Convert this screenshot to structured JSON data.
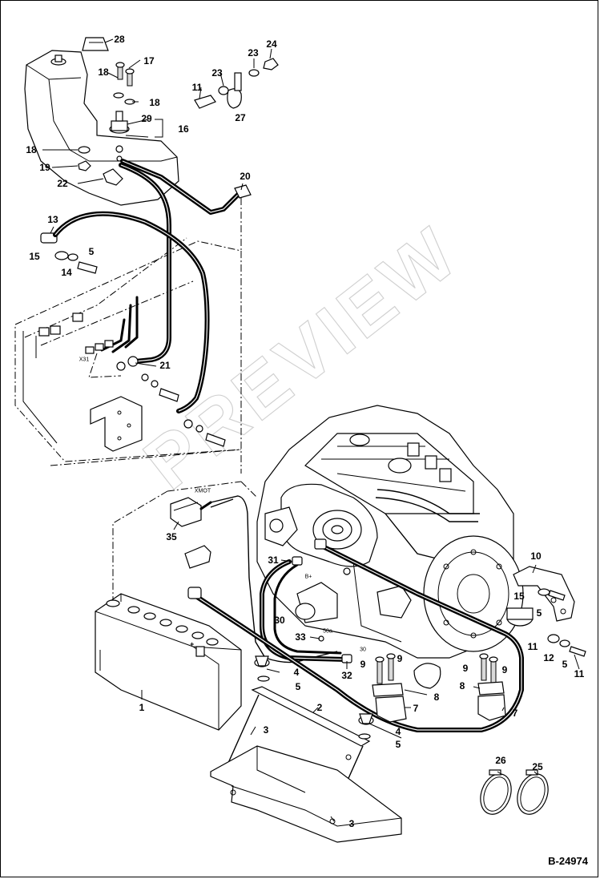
{
  "figure": {
    "drawing_number": "B-24974",
    "part_labels": [
      "28",
      "17",
      "18",
      "18",
      "23",
      "24",
      "23",
      "11",
      "27",
      "29",
      "16",
      "18",
      "19",
      "22",
      "20",
      "13",
      "15",
      "5",
      "14",
      "21",
      "10",
      "35",
      "31",
      "15",
      "5",
      "11",
      "12",
      "5",
      "11",
      "30",
      "33",
      "32",
      "9",
      "9",
      "9",
      "9",
      "4",
      "5",
      "8",
      "8",
      "7",
      "7",
      "1",
      "2",
      "3",
      "4",
      "5",
      "3",
      "26",
      "25"
    ],
    "callout_tags": [
      "X31",
      "XMOT",
      "B+",
      "50a",
      "30"
    ],
    "watermark": "PREVIEW"
  }
}
